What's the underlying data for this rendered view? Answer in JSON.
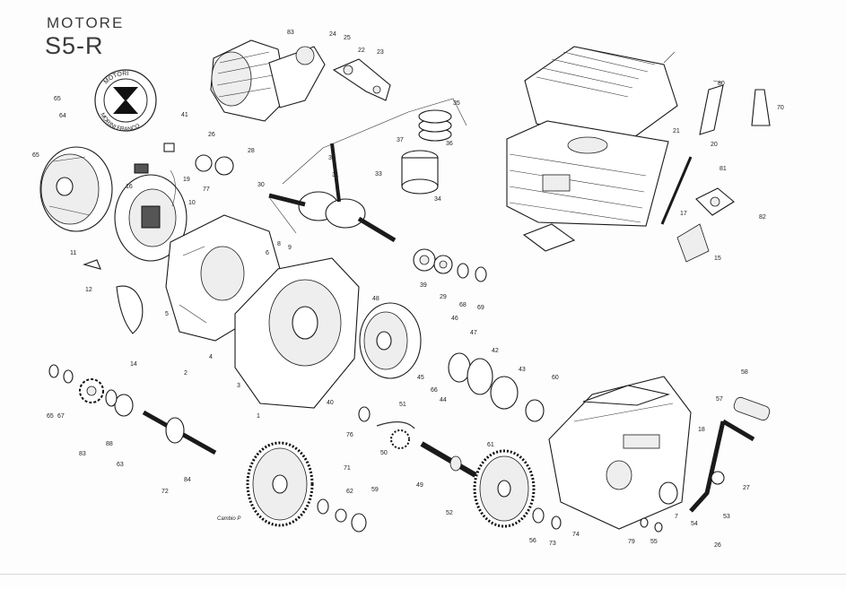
{
  "title": {
    "line1": "MOTORE",
    "line2": "S5-R"
  },
  "logo": {
    "ring_text_top": "MOTORI",
    "ring_text_bottom": "MORINI FRANCO"
  },
  "part_numbers": [
    "65",
    "64",
    "65",
    "83",
    "24",
    "25",
    "22",
    "23",
    "41",
    "26",
    "28",
    "19",
    "77",
    "16",
    "10",
    "12",
    "11",
    "14",
    "30",
    "31",
    "32",
    "33",
    "34",
    "35",
    "36",
    "37",
    "1",
    "2",
    "3",
    "4",
    "5",
    "6",
    "8",
    "9",
    "39",
    "29",
    "68",
    "69",
    "48",
    "46",
    "47",
    "44",
    "43",
    "42",
    "45",
    "60",
    "50",
    "76",
    "51",
    "49",
    "40",
    "61",
    "66",
    "67",
    "65",
    "88",
    "83",
    "63",
    "84",
    "72",
    "71",
    "62",
    "59",
    "58",
    "52",
    "57",
    "53",
    "55",
    "79",
    "26",
    "27",
    "18",
    "17",
    "21",
    "20",
    "80",
    "81",
    "82",
    "15",
    "70",
    "73",
    "74",
    "56",
    "54",
    "7"
  ],
  "caption_small": "Cambio P",
  "colors": {
    "ink": "#1a1a1a",
    "paper": "#fdfdfd"
  }
}
